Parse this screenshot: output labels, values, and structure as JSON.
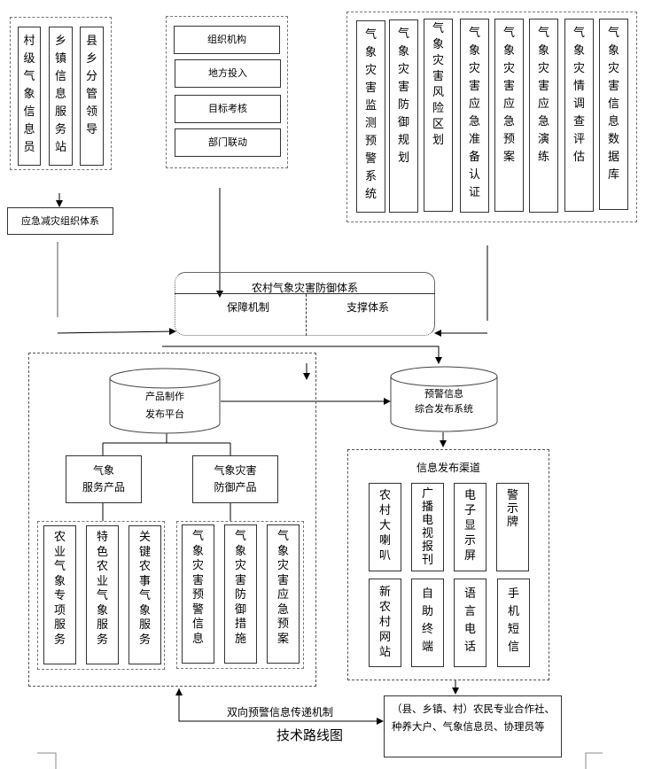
{
  "title": "技术路线图",
  "org_group": {
    "items": [
      "村级气象信息员",
      "乡镇信息服务站",
      "县乡分管领导"
    ]
  },
  "emergency_org": "应急减灾组织体系",
  "guarantee_group": {
    "items": [
      "组织机构",
      "地方投入",
      "目标考核",
      "部门联动"
    ]
  },
  "support_group": {
    "items": [
      "气象灾害监测预警系统",
      "气象灾害防御规划",
      "气象灾害风险区划",
      "气象灾害应急准备认证",
      "气象灾害应急预案",
      "气象灾害应急演练",
      "气象灾情调查评估",
      "气象灾害信息数据库"
    ]
  },
  "defense_system": {
    "title": "农村气象灾害防御体系",
    "left": "保障机制",
    "right": "支撑体系"
  },
  "product_platform": {
    "line1": "产品制作",
    "line2": "发布平台"
  },
  "warning_system": {
    "line1": "预警信息",
    "line2": "综合发布系统"
  },
  "service_products": {
    "line1": "气象",
    "line2": "服务产品",
    "items": [
      "农业气象专项服务",
      "特色农业气象服务",
      "关键农事气象服务"
    ]
  },
  "defense_products": {
    "line1": "气象灾害",
    "line2": "防御产品",
    "items": [
      "气象灾害预警信息",
      "气象灾害防御措施",
      "气象灾害应急预案"
    ]
  },
  "channels": {
    "title": "信息发布渠道",
    "items": [
      "农村大喇叭",
      "广播电视报刊",
      "电子显示屏",
      "警示牌",
      "新农村网站",
      "自助终端",
      "语言电话",
      "手机短信"
    ]
  },
  "recipients": "（县、乡镇、村）农民专业合作社、种养大户、气象信息员、协理员等",
  "mechanism_label": "双向预警信息传递机制",
  "pilcrow": "↵"
}
